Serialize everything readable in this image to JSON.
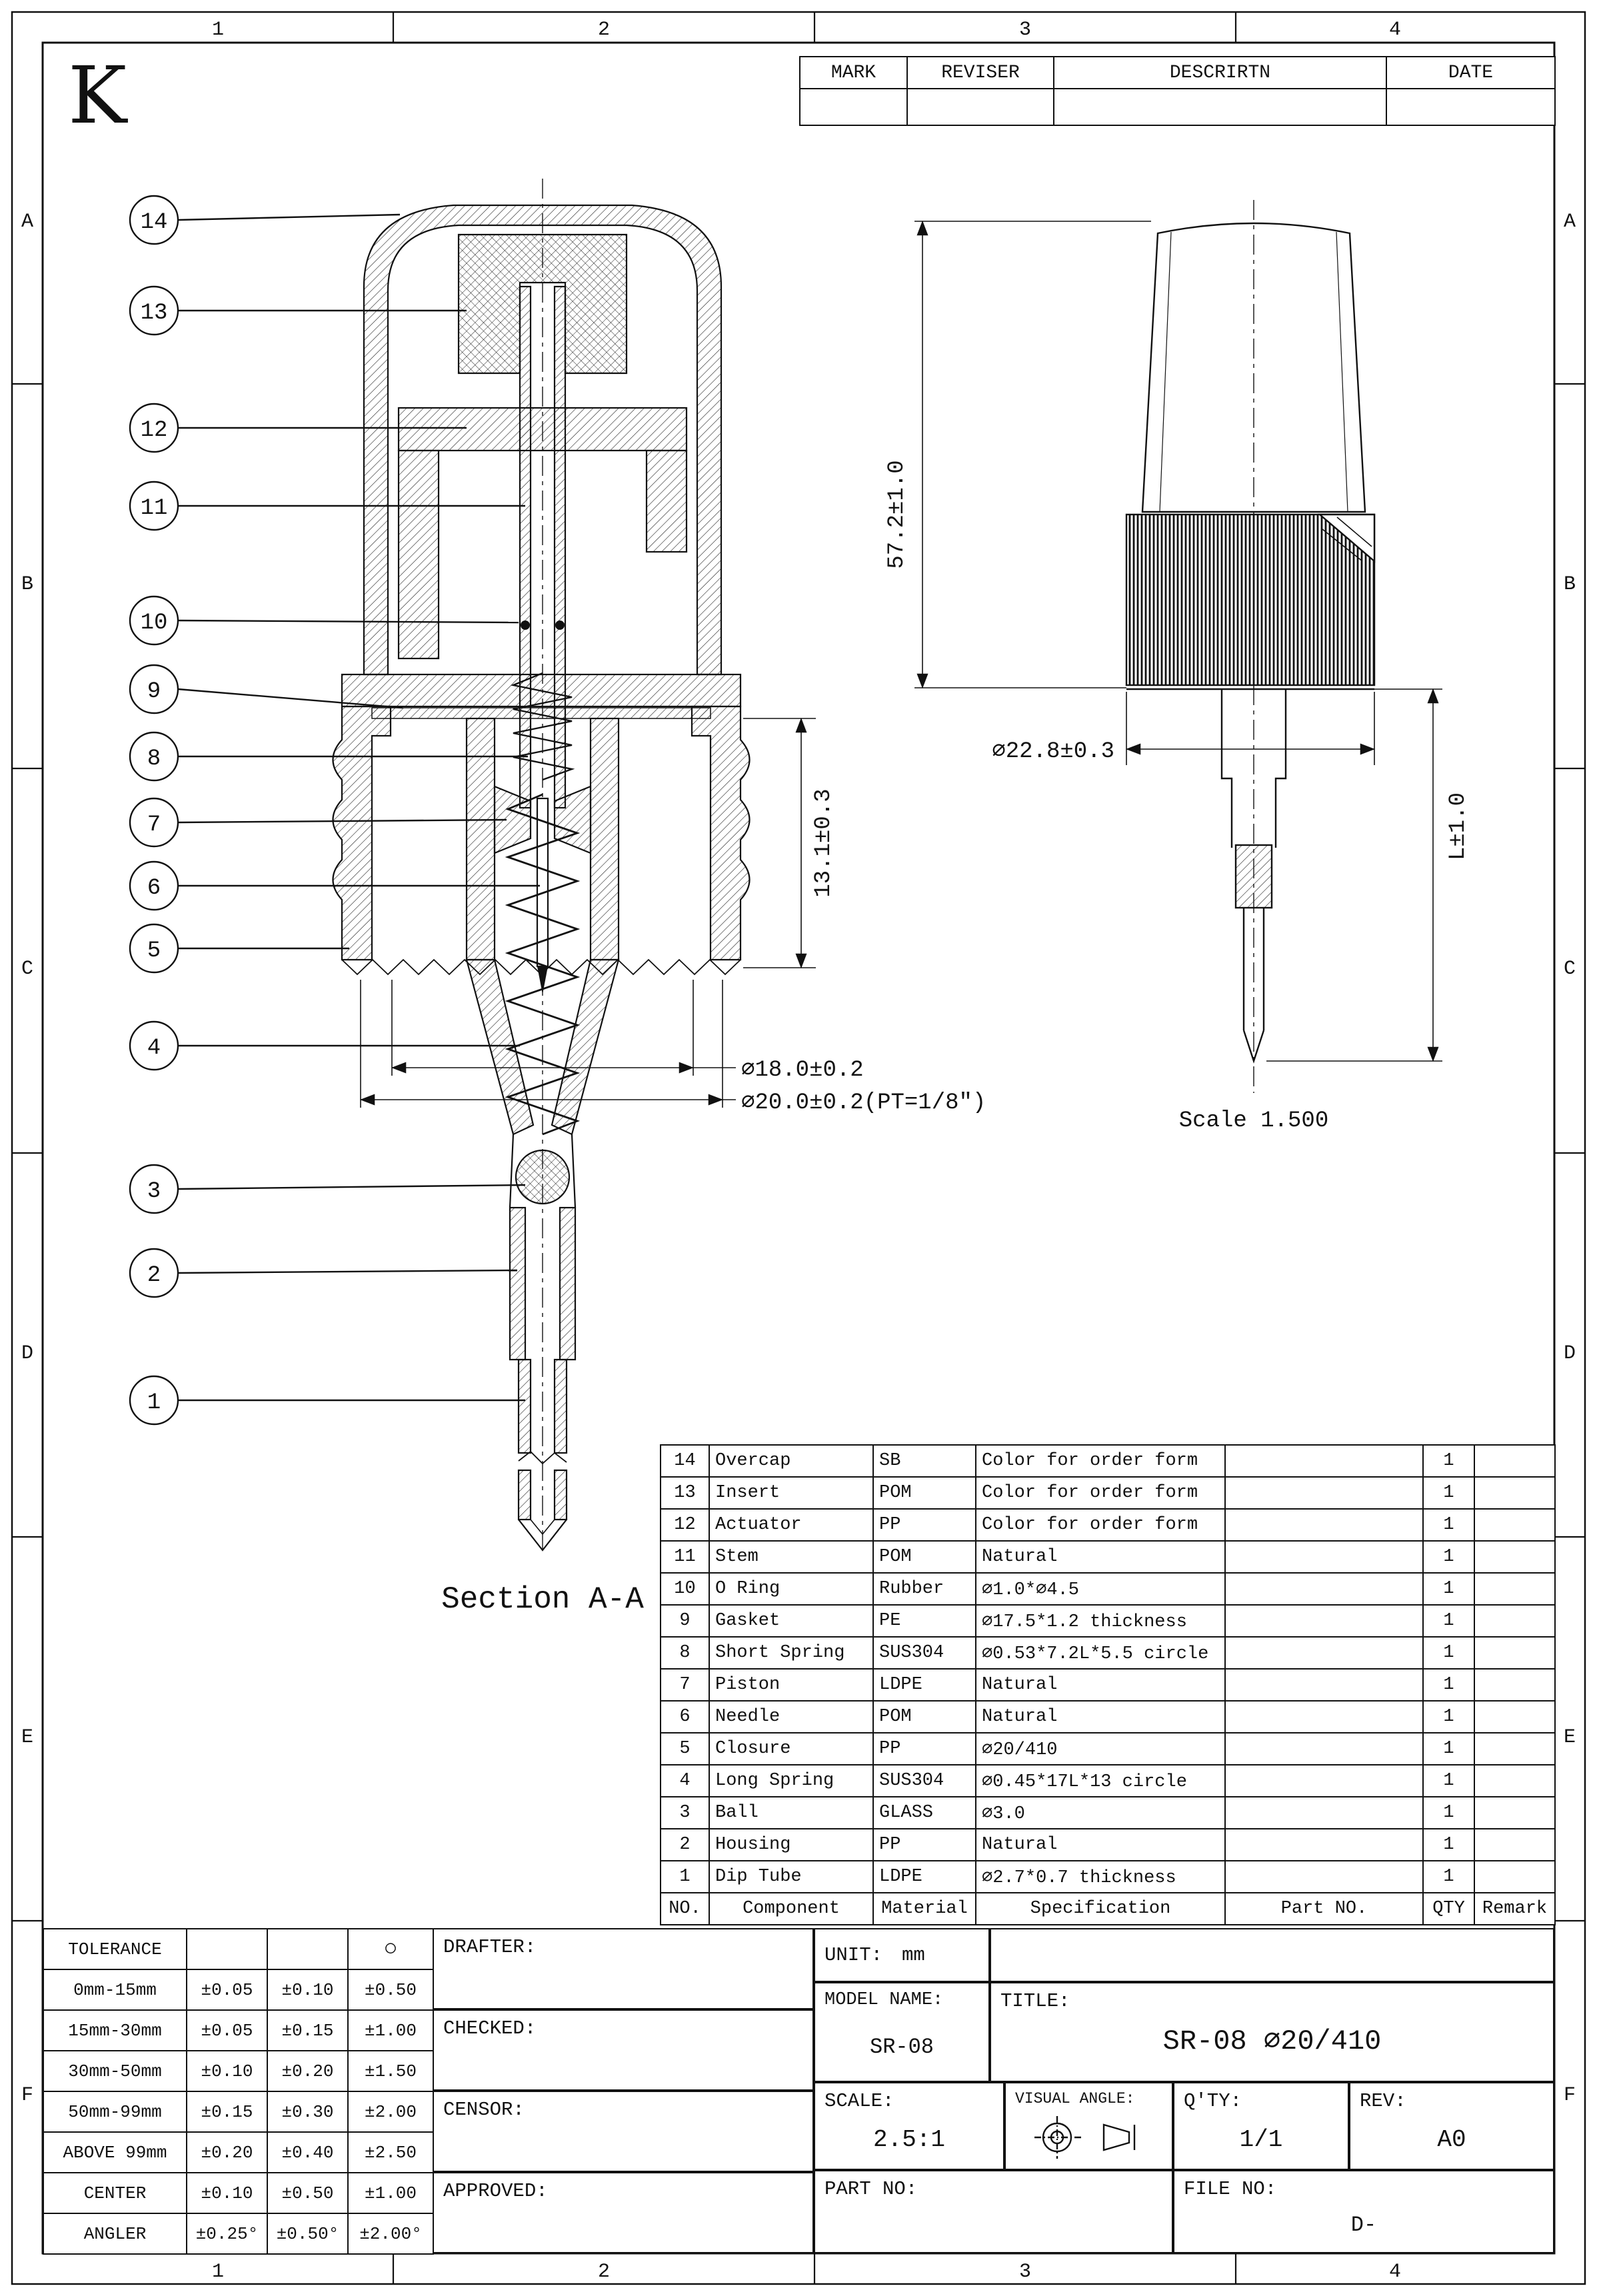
{
  "meta": {
    "logo": "K"
  },
  "border": {
    "cols": [
      "1",
      "2",
      "3",
      "4"
    ],
    "rows": [
      "A",
      "B",
      "C",
      "D",
      "E",
      "F"
    ]
  },
  "revision_table": {
    "headers": [
      "MARK",
      "REVISER",
      "DESCRIRTN",
      "DATE"
    ]
  },
  "drawing": {
    "section_label": "Section A-A",
    "scale_label": "Scale 1.500",
    "callouts": [
      "14",
      "13",
      "12",
      "11",
      "10",
      "9",
      "8",
      "7",
      "6",
      "5",
      "4",
      "3",
      "2",
      "1"
    ],
    "dimensions": {
      "height": "57.2±1.0",
      "cap_dia": "∅22.8±0.3",
      "tube_len": "L±1.0",
      "inner_h": "13.1±0.3",
      "thread_dia": "∅18.0±0.2",
      "closure_dia": "∅20.0±0.2(PT=1/8″)"
    }
  },
  "bom": {
    "headers": [
      "NO.",
      "Component",
      "Material",
      "Specification",
      "Part NO.",
      "QTY",
      "Remark"
    ],
    "rows": [
      [
        "14",
        "Overcap",
        "SB",
        "Color for order form",
        "",
        "1",
        ""
      ],
      [
        "13",
        "Insert",
        "POM",
        "Color for order form",
        "",
        "1",
        ""
      ],
      [
        "12",
        "Actuator",
        "PP",
        "Color for order form",
        "",
        "1",
        ""
      ],
      [
        "11",
        "Stem",
        "POM",
        "Natural",
        "",
        "1",
        ""
      ],
      [
        "10",
        "O Ring",
        "Rubber",
        "∅1.0*∅4.5",
        "",
        "1",
        ""
      ],
      [
        "9",
        "Gasket",
        "PE",
        "∅17.5*1.2 thickness",
        "",
        "1",
        ""
      ],
      [
        "8",
        "Short Spring",
        "SUS304",
        "∅0.53*7.2L*5.5 circle",
        "",
        "1",
        ""
      ],
      [
        "7",
        "Piston",
        "LDPE",
        "Natural",
        "",
        "1",
        ""
      ],
      [
        "6",
        "Needle",
        "POM",
        "Natural",
        "",
        "1",
        ""
      ],
      [
        "5",
        "Closure",
        "PP",
        "∅20/410",
        "",
        "1",
        ""
      ],
      [
        "4",
        "Long Spring",
        "SUS304",
        "∅0.45*17L*13 circle",
        "",
        "1",
        ""
      ],
      [
        "3",
        "Ball",
        "GLASS",
        "∅3.0",
        "",
        "1",
        ""
      ],
      [
        "2",
        "Housing",
        "PP",
        "Natural",
        "",
        "1",
        ""
      ],
      [
        "1",
        "Dip Tube",
        "LDPE",
        "∅2.7*0.7 thickness",
        "",
        "1",
        ""
      ]
    ]
  },
  "tolerance_table": {
    "title": "TOLERANCE",
    "symbol": "○",
    "rows": [
      [
        "0mm-15mm",
        "±0.05",
        "±0.10",
        "±0.50"
      ],
      [
        "15mm-30mm",
        "±0.05",
        "±0.15",
        "±1.00"
      ],
      [
        "30mm-50mm",
        "±0.10",
        "±0.20",
        "±1.50"
      ],
      [
        "50mm-99mm",
        "±0.15",
        "±0.30",
        "±2.00"
      ],
      [
        "ABOVE 99mm",
        "±0.20",
        "±0.40",
        "±2.50"
      ],
      [
        "CENTER",
        "±0.10",
        "±0.50",
        "±1.00"
      ],
      [
        "ANGLER",
        "±0.25°",
        "±0.50°",
        "±2.00°"
      ]
    ]
  },
  "title_block": {
    "drafter_label": "DRAFTER:",
    "checked_label": "CHECKED:",
    "censor_label": "CENSOR:",
    "approved_label": "APPROVED:",
    "unit_label": "UNIT:",
    "unit_value": "mm",
    "model_label": "MODEL NAME:",
    "model_value": "SR-08",
    "title_label": "TITLE:",
    "title_value": "SR-08 ∅20/410",
    "scale_label": "SCALE:",
    "scale_value": "2.5:1",
    "visual_angle_label": "VISUAL ANGLE:",
    "qty_label": "Q'TY:",
    "qty_value": "1/1",
    "rev_label": "REV:",
    "rev_value": "A0",
    "part_no_label": "PART NO:",
    "file_no_label": "FILE NO:",
    "file_no_value": "D-"
  }
}
